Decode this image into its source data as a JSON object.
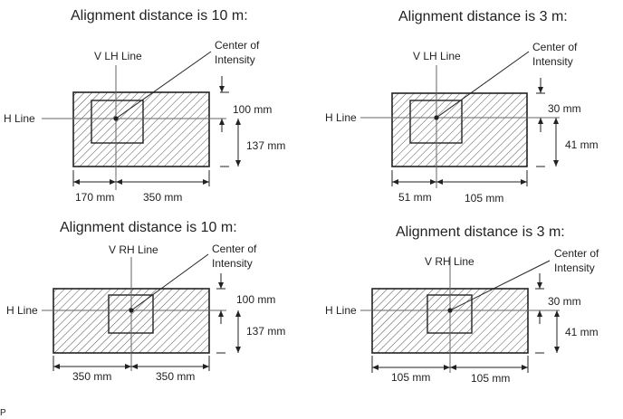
{
  "panels": [
    {
      "title": "Alignment distance is 10 m:",
      "v_line_label": "V LH Line",
      "h_line_label": "H Line",
      "center_label_line1": "Center of",
      "center_label_line2": "Intensity",
      "dim_upper": "100 mm",
      "dim_lower": "137 mm",
      "dim_left": "170 mm",
      "dim_right": "350 mm"
    },
    {
      "title": "Alignment distance is 3 m:",
      "v_line_label": "V LH Line",
      "h_line_label": "H Line",
      "center_label_line1": "Center of",
      "center_label_line2": "Intensity",
      "dim_upper": "30 mm",
      "dim_lower": "41 mm",
      "dim_left": "51 mm",
      "dim_right": "105 mm"
    },
    {
      "title": "Alignment distance is 10 m:",
      "v_line_label": "V RH Line",
      "h_line_label": "H Line",
      "center_label_line1": "Center of",
      "center_label_line2": "Intensity",
      "dim_upper": "100 mm",
      "dim_lower": "137 mm",
      "dim_left": "350 mm",
      "dim_right": "350 mm"
    },
    {
      "title": "Alignment distance is 3 m:",
      "v_line_label": "V RH Line",
      "h_line_label": "H Line",
      "center_label_line1": "Center of",
      "center_label_line2": "Intensity",
      "dim_upper": "30 mm",
      "dim_lower": "41 mm",
      "dim_left": "105 mm",
      "dim_right": "105 mm"
    }
  ],
  "corner_mark": "P"
}
